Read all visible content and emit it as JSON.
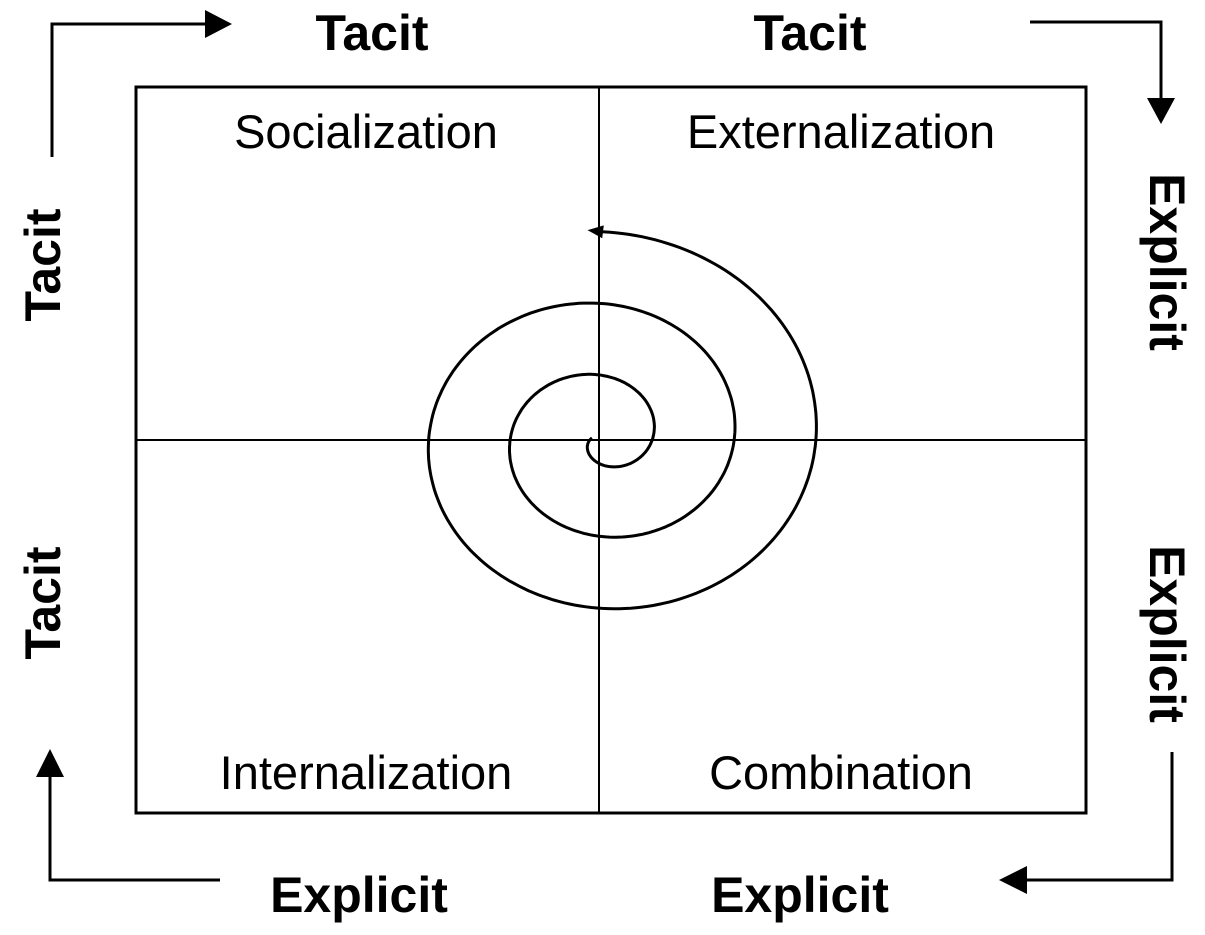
{
  "quadrants": {
    "top_left": "Socialization",
    "top_right": "Externalization",
    "bottom_left": "Internalization",
    "bottom_right": "Combination"
  },
  "edge_labels": {
    "top_left": "Tacit",
    "top_right": "Tacit",
    "right_top": "Explicit",
    "right_bottom": "Explicit",
    "bottom_right": "Explicit",
    "bottom_left": "Explicit",
    "left_bottom": "Tacit",
    "left_top": "Tacit"
  },
  "colors": {
    "line": "#000000",
    "background": "#ffffff"
  }
}
